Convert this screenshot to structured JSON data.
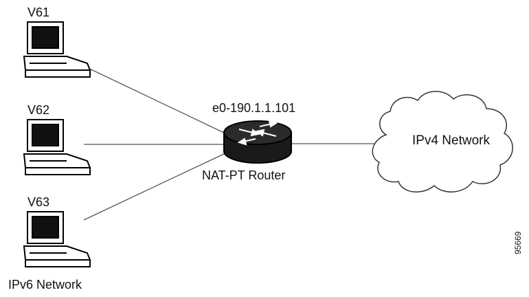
{
  "hosts": [
    {
      "label": "V61"
    },
    {
      "label": "V62"
    },
    {
      "label": "V63"
    }
  ],
  "ipv6_network_label": "IPv6 Network",
  "router": {
    "interface_label": "e0-190.1.1.101",
    "label": "NAT-PT Router"
  },
  "ipv4_network_label": "IPv4 Network",
  "figure_number": "95669",
  "icons": {
    "host": "computer-icon",
    "router": "router-icon",
    "cloud": "cloud-icon"
  },
  "colors": {
    "line": "#555555",
    "icon_stroke": "#000000",
    "router_fill": "#1a1a1a"
  }
}
